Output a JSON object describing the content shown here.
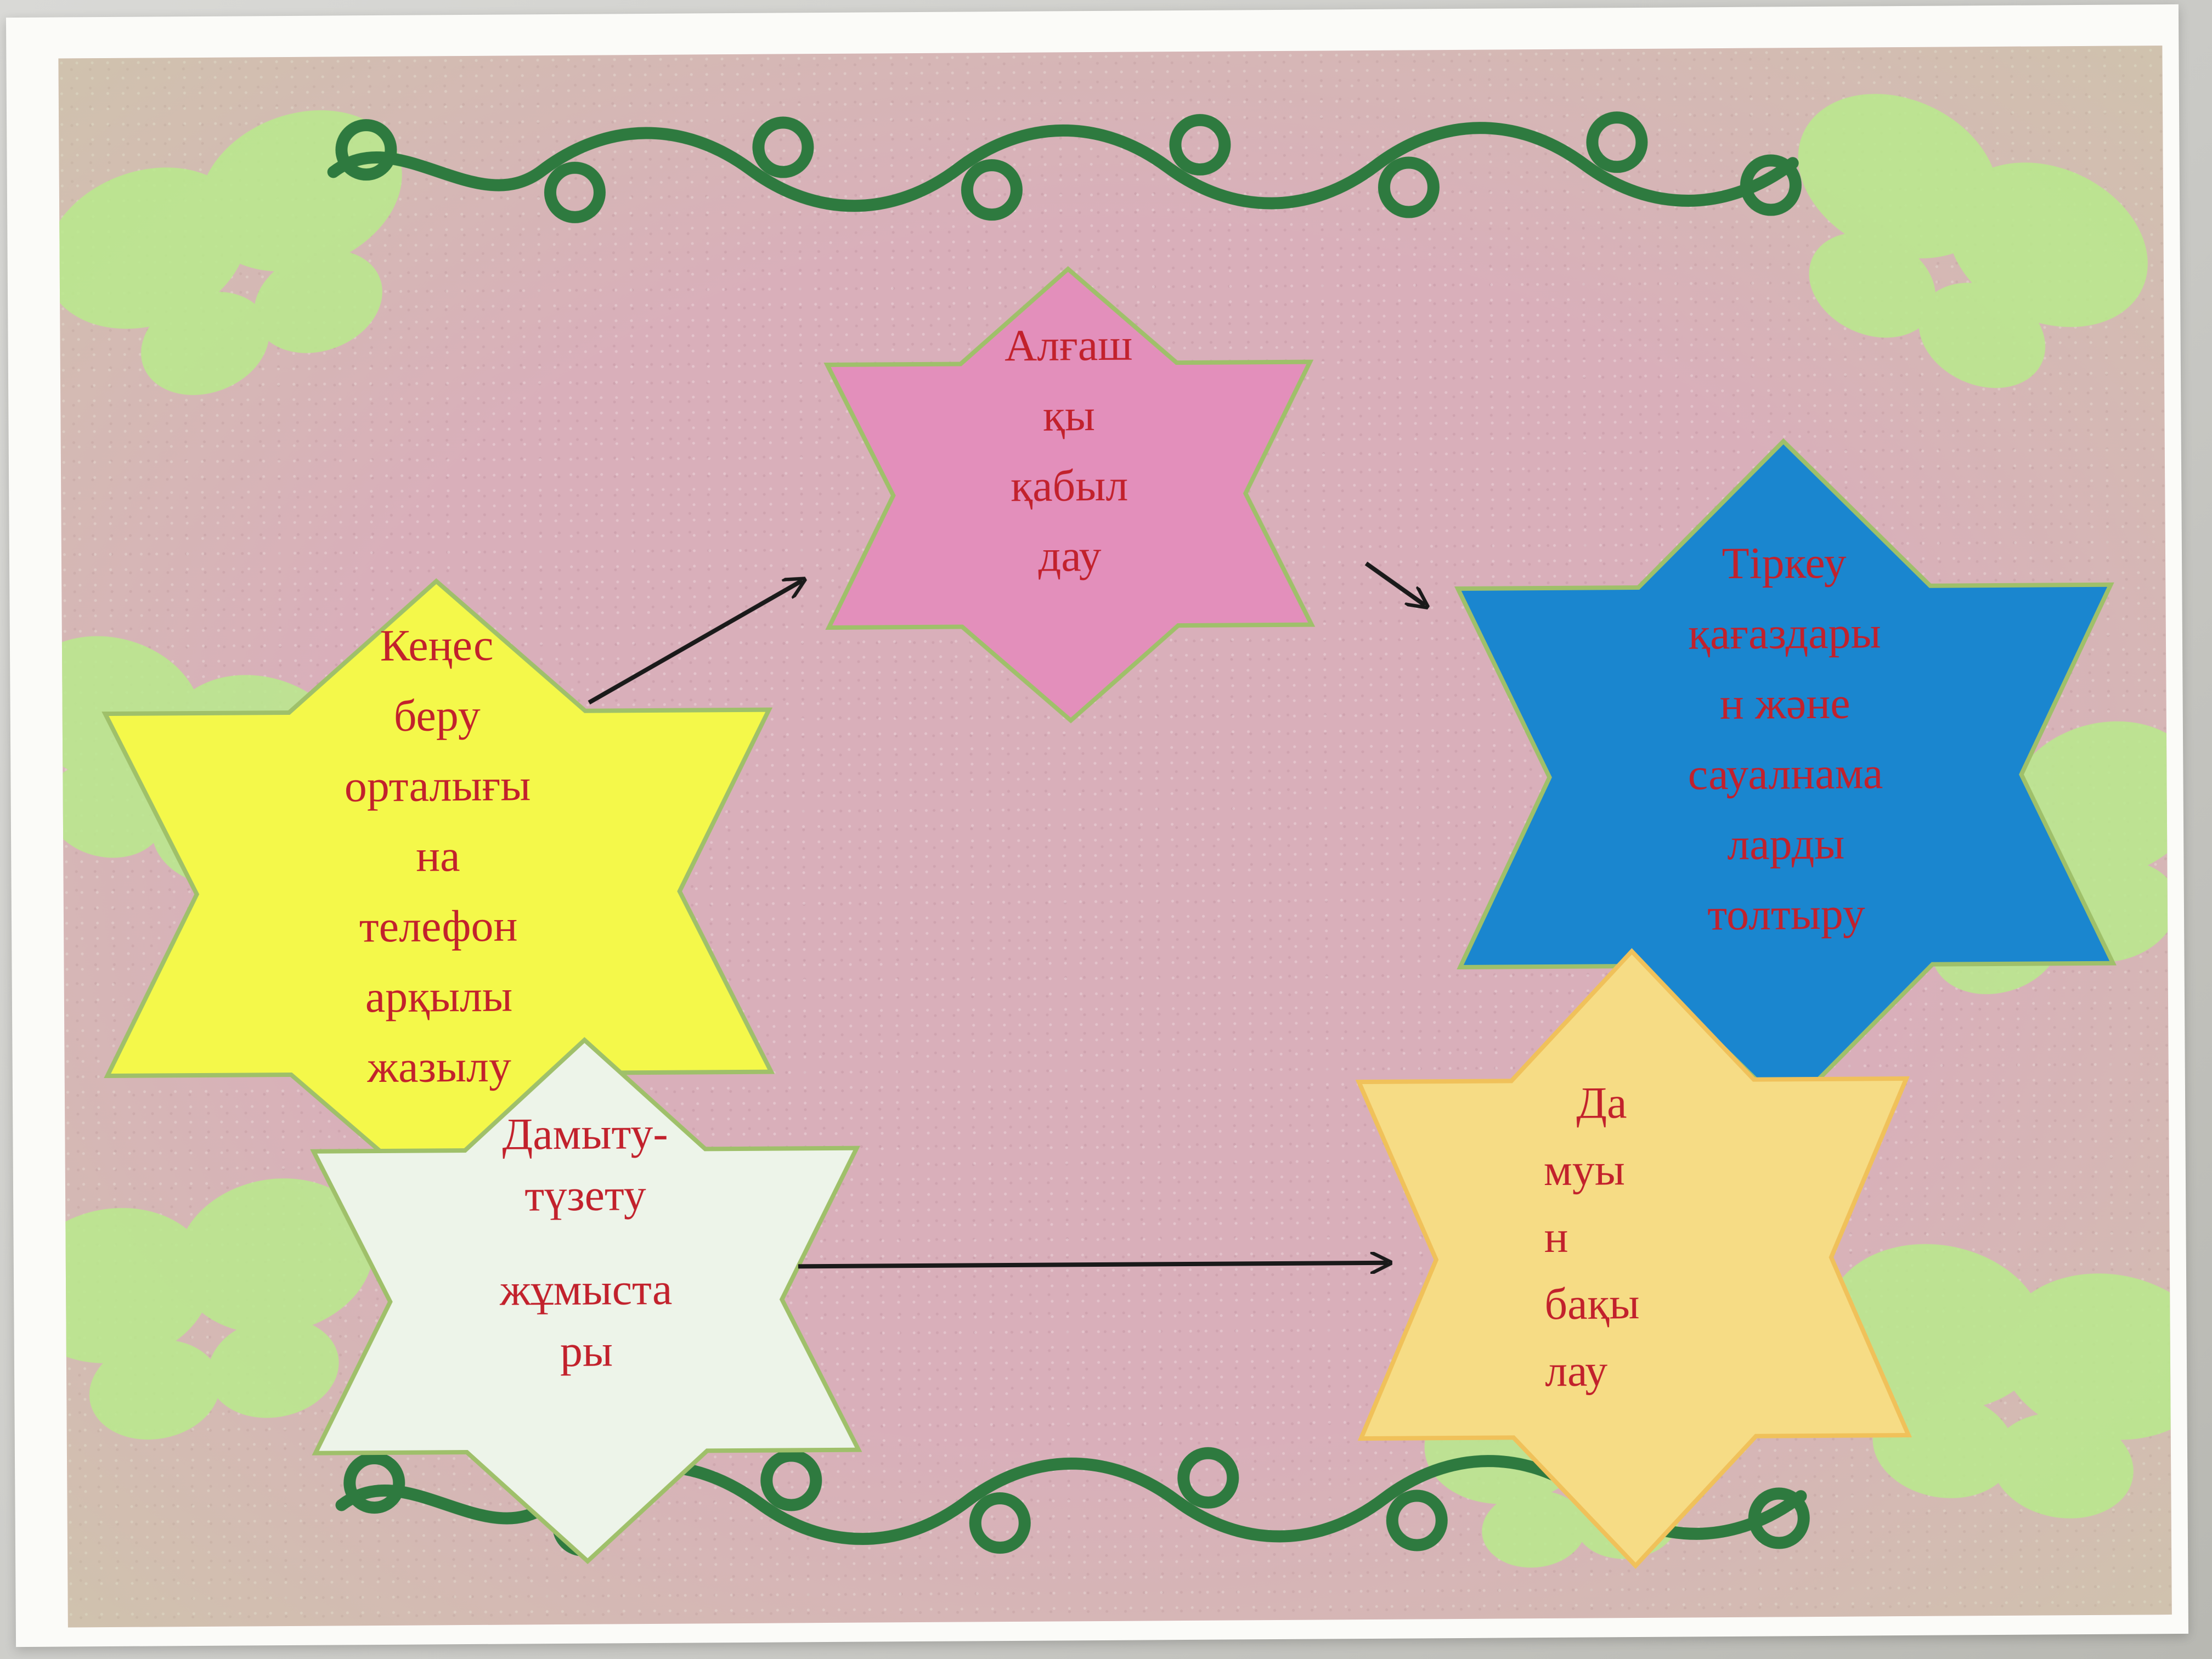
{
  "nodes": [
    {
      "id": "alfashky",
      "lines": [
        "Алғаш",
        "қы",
        "қабыл",
        "дау"
      ],
      "color": "#e38fbb"
    },
    {
      "id": "kenes",
      "lines": [
        "Кеңес",
        "беру",
        "орталығы",
        "на",
        "телефон",
        "арқылы",
        "жазылу"
      ],
      "color": "#f4f84a"
    },
    {
      "id": "tirkeu",
      "lines": [
        "Тіркеу",
        "қағаздары",
        "н және",
        "сауалнама",
        "ларды",
        "толтыру"
      ],
      "color": "#1a86cf"
    },
    {
      "id": "damytu",
      "lines": [
        "Дамыту-",
        "түзету",
        "",
        "жұмыста",
        "ры"
      ],
      "color": "#edf4e9"
    },
    {
      "id": "damuyn",
      "lines": [
        "Да",
        "муы",
        "н",
        "бақы",
        "лау"
      ],
      "color": "#f6dc85"
    }
  ],
  "colors": {
    "background": "#d9afba",
    "butterfly": "#b9ea8c",
    "ornament": "#2e7a3f",
    "text": "#c2212c",
    "arrow": "#1a1a1a"
  }
}
